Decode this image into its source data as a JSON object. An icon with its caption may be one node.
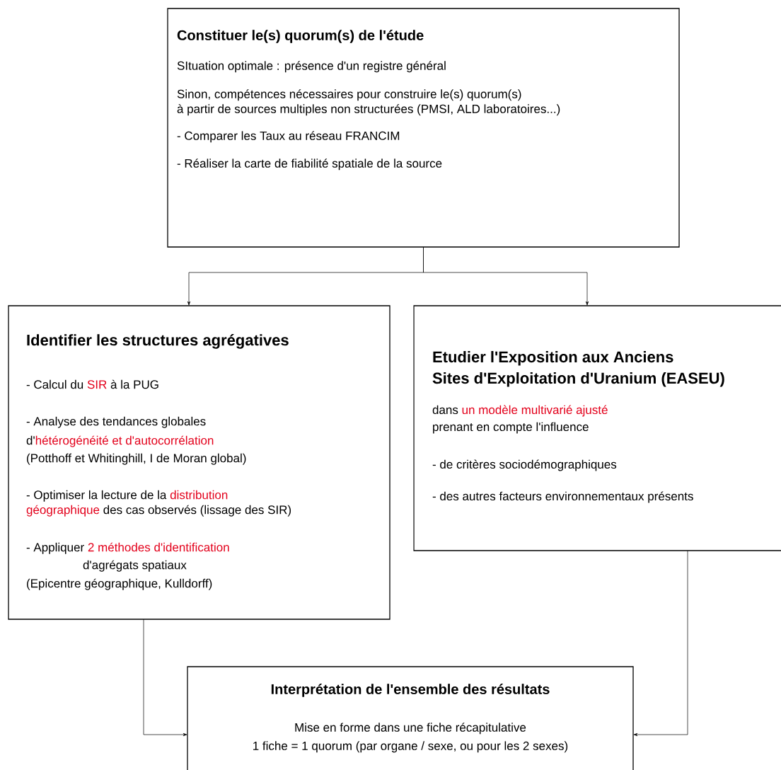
{
  "diagram": {
    "nodes": [
      {
        "text": [
          "Constituer le(s) quorum(s) de l'étude",
          "SItuation optimale : présence d'un registre général",
          "Sinon, compétences nécessaires pour construire le(s) quorum(s)",
          "à partir de sources multiples non structurées (PMSI, ALD laboratoires...)",
          "- Comparer les Taux au réseau FRANCIM",
          "- Réaliser la carte de fiabilité spatiale de la source"
        ]
      },
      {
        "text": [
          "Identifier les structures agrégatives",
          "- Calcul du",
          "SIR",
          "à la PUG",
          "- Analyse des tendances globales",
          "d'",
          "hétérogénéité et d'autocorrélation",
          "(Potthoff et Whitinghill, I de Moran global)",
          "- Optimiser la lecture de la",
          "distribution",
          "géographique",
          "des cas observés (lissage des SIR)",
          "- Appliquer",
          "2 méthodes d'identification",
          "d'agrégats spatiaux",
          "(Epicentre géographique, Kulldorff)"
        ]
      },
      {
        "text": [
          "Etudier l'Exposition aux Anciens",
          "Sites d'Exploitation d'Uranium (EASEU)",
          "dans",
          "un modèle multivarié ajusté",
          "prenant en compte l'influence",
          "- de critères sociodémographiques",
          "- des autres facteurs environnementaux présents"
        ]
      },
      {
        "text": [
          "Interprétation de l'ensemble des résultats",
          "Mise en forme dans une fiche récapitulative",
          "1 fiche = 1 quorum (par organe / sexe, ou pour les 2 sexes)"
        ]
      }
    ],
    "edges": [
      {
        "from": 0,
        "to": 1,
        "arrow": "to"
      },
      {
        "from": 0,
        "to": 2,
        "arrow": "to"
      },
      {
        "from": 1,
        "to": 3,
        "arrow": "to"
      },
      {
        "from": 2,
        "to": 3,
        "arrow": "to"
      }
    ]
  }
}
